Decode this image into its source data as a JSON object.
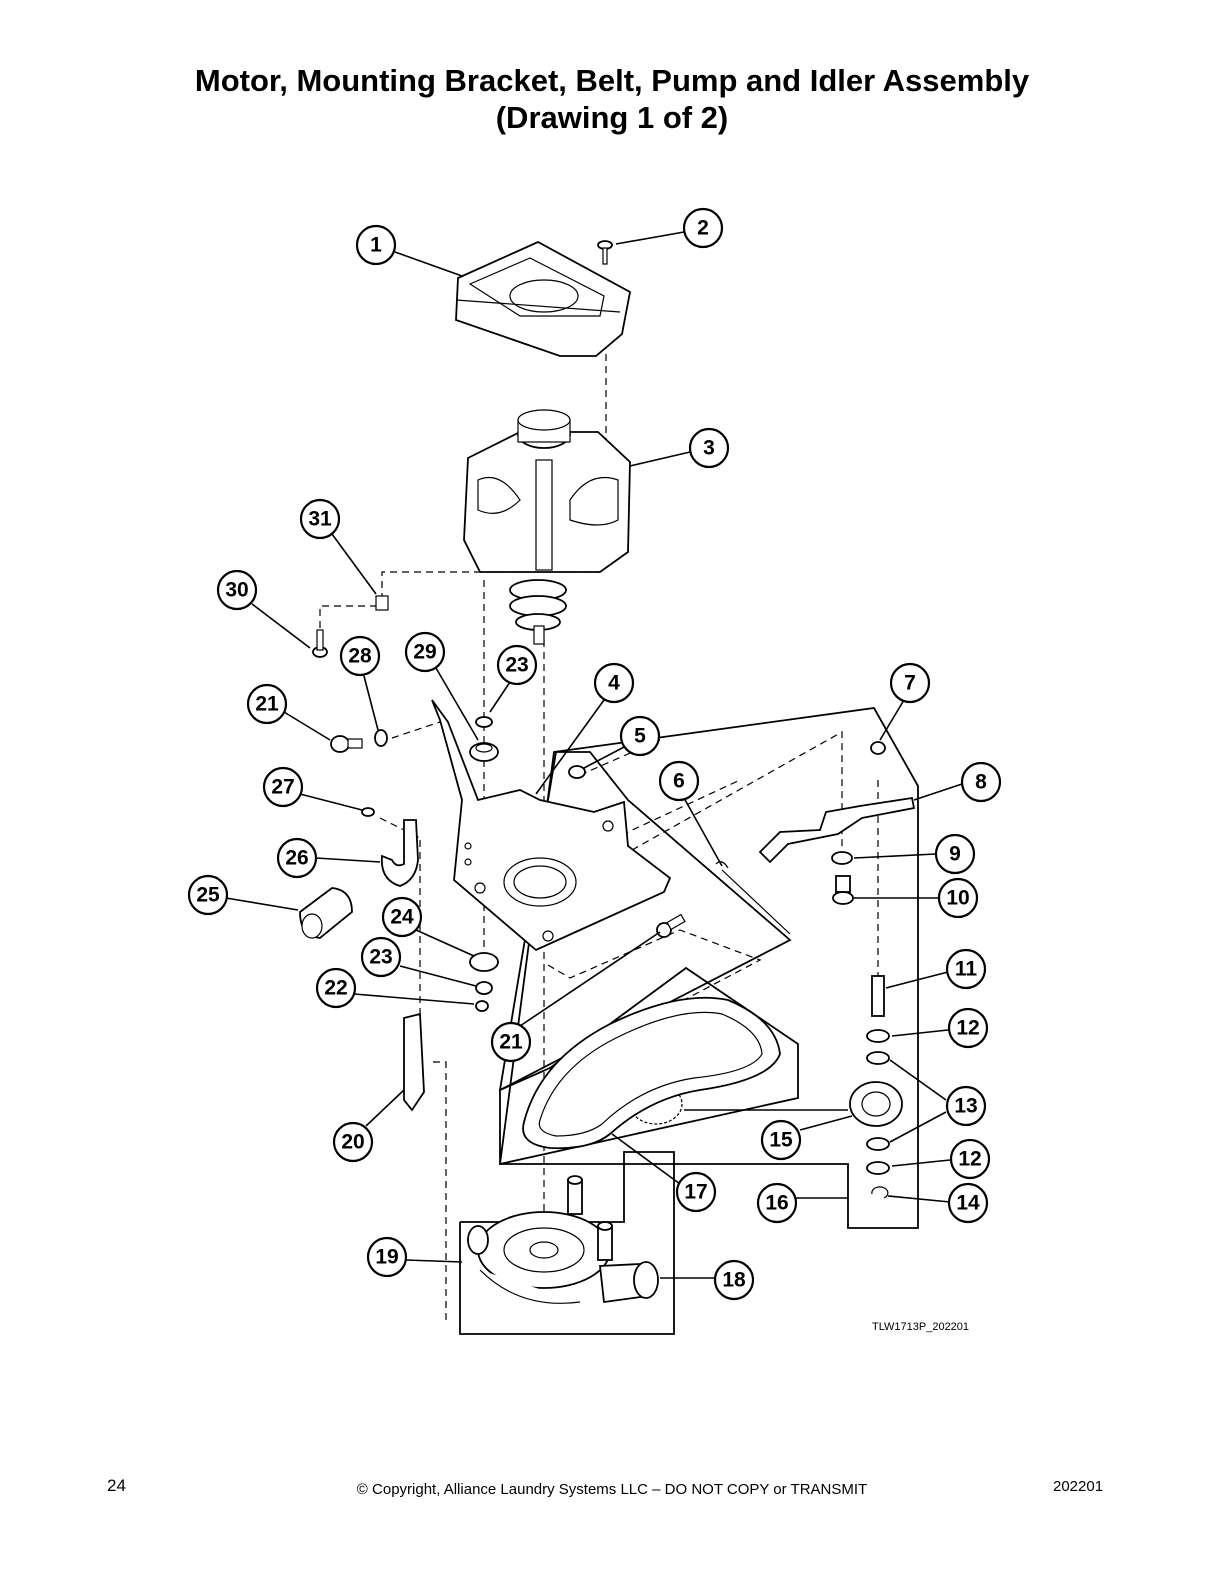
{
  "title": {
    "line1": "Motor, Mounting Bracket, Belt, Pump and Idler Assembly",
    "line2": "(Drawing 1 of 2)"
  },
  "drawing_ref": "TLW1713P_202201",
  "callouts": [
    {
      "label": "1"
    },
    {
      "label": "2"
    },
    {
      "label": "3"
    },
    {
      "label": "31"
    },
    {
      "label": "30"
    },
    {
      "label": "28"
    },
    {
      "label": "29"
    },
    {
      "label": "23"
    },
    {
      "label": "4"
    },
    {
      "label": "7"
    },
    {
      "label": "21"
    },
    {
      "label": "5"
    },
    {
      "label": "27"
    },
    {
      "label": "6"
    },
    {
      "label": "8"
    },
    {
      "label": "26"
    },
    {
      "label": "9"
    },
    {
      "label": "25"
    },
    {
      "label": "10"
    },
    {
      "label": "24"
    },
    {
      "label": "23"
    },
    {
      "label": "11"
    },
    {
      "label": "22"
    },
    {
      "label": "12"
    },
    {
      "label": "21"
    },
    {
      "label": "13"
    },
    {
      "label": "20"
    },
    {
      "label": "15"
    },
    {
      "label": "12"
    },
    {
      "label": "17"
    },
    {
      "label": "16"
    },
    {
      "label": "14"
    },
    {
      "label": "19"
    },
    {
      "label": "18"
    }
  ],
  "footer": {
    "page_number": "24",
    "copyright": "© Copyright, Alliance Laundry Systems LLC – DO NOT COPY or TRANSMIT",
    "date_code": "202201"
  }
}
